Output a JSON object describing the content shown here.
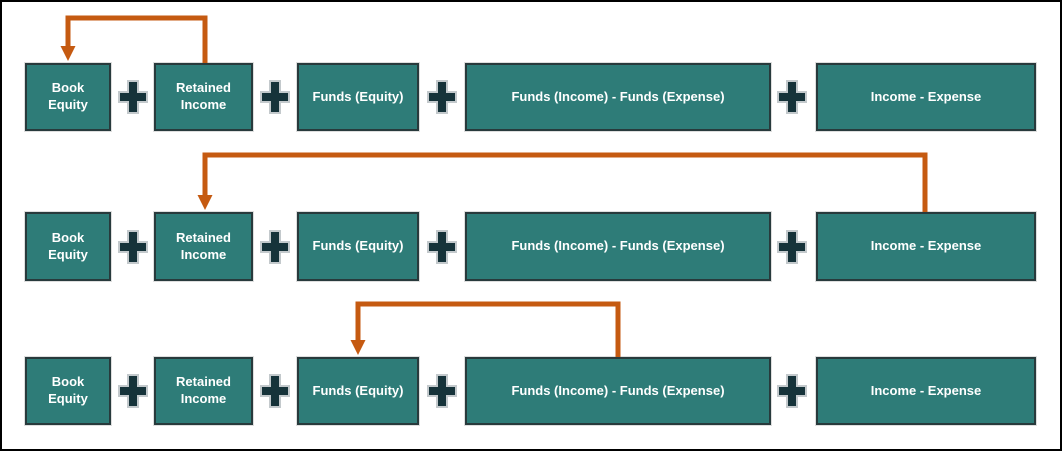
{
  "colors": {
    "box_fill": "#2E7C78",
    "box_border": "#283A3C",
    "box_text": "#FFFFFF",
    "plus_fill": "#16333A",
    "plus_outline": "#C3C9CC",
    "arrow": "#C55A11",
    "frame": "#000000",
    "background": "#FFFFFF"
  },
  "operator": "+",
  "rows": [
    {
      "boxes": [
        "Book Equity",
        "Retained Income",
        "Funds (Equity)",
        "Funds (Income) - Funds (Expense)",
        "Income - Expense"
      ],
      "arrow": {
        "from": "Retained Income",
        "to": "Book Equity"
      }
    },
    {
      "boxes": [
        "Book Equity",
        "Retained Income",
        "Funds (Equity)",
        "Funds (Income) - Funds (Expense)",
        "Income - Expense"
      ],
      "arrow": {
        "from": "Income - Expense",
        "to": "Retained Income"
      }
    },
    {
      "boxes": [
        "Book Equity",
        "Retained Income",
        "Funds (Equity)",
        "Funds (Income) - Funds (Expense)",
        "Income - Expense"
      ],
      "arrow": {
        "from": "Funds (Income) - Funds (Expense)",
        "to": "Funds (Equity)"
      }
    }
  ]
}
